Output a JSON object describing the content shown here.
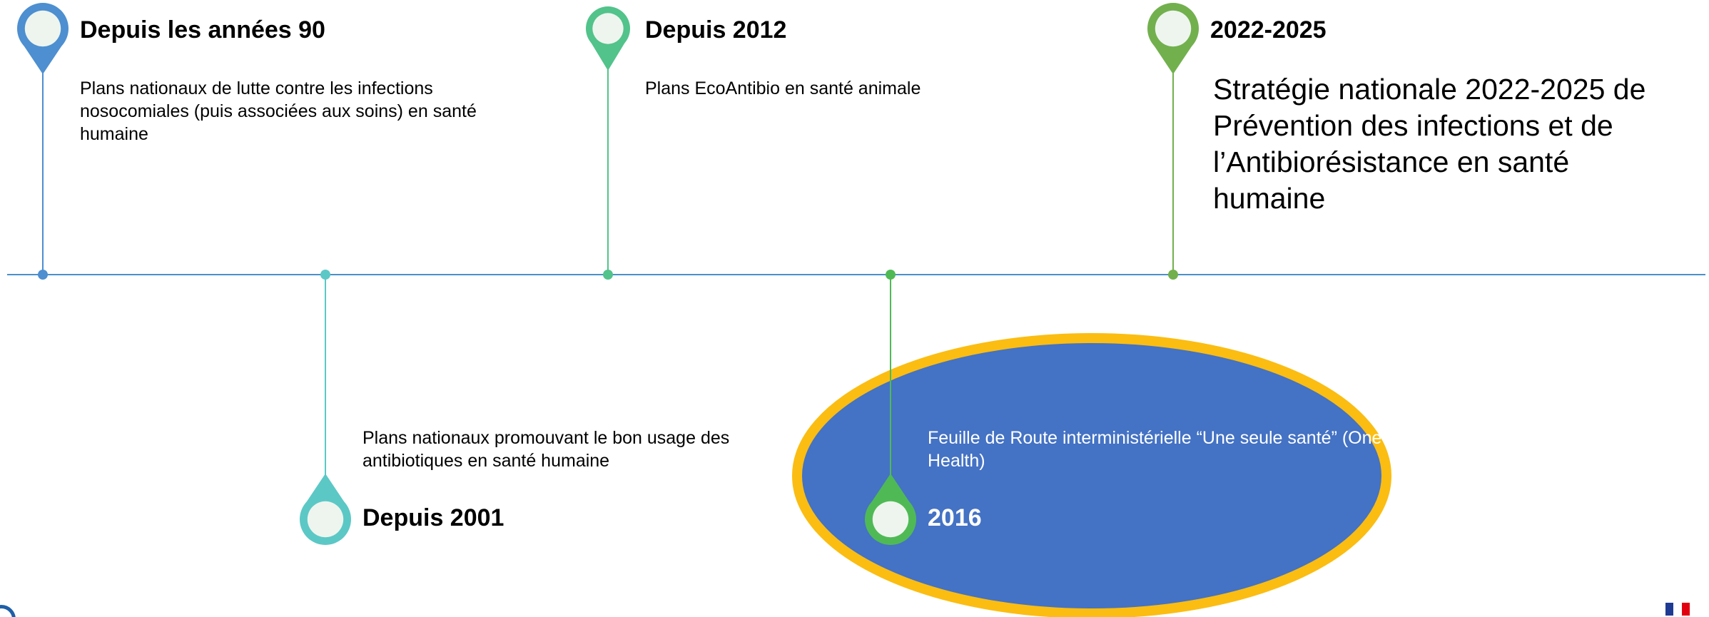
{
  "colors": {
    "axis": "#4a90c8",
    "blue": "#4d8fd0",
    "teal": "#5bc8c6",
    "mint": "#52c38a",
    "green": "#4fba55",
    "olive": "#72b04e",
    "pin_inner": "#eef5ee",
    "ellipse_fill": "#4472c4",
    "ellipse_border": "#fbbd11",
    "flag_blue": "#1f3a93",
    "flag_white": "#ffffff",
    "flag_red": "#e1000f"
  },
  "milestones": [
    {
      "id": "1990",
      "title": "Depuis les années 90",
      "description": "Plans nationaux de lutte contre les infections nosocomiales (puis associées aux soins) en santé humaine",
      "color": "#4d8fd0",
      "position": "above"
    },
    {
      "id": "2001",
      "title": "Depuis 2001",
      "description": "Plans nationaux promouvant le bon usage des antibiotiques en santé humaine",
      "color": "#5bc8c6",
      "position": "below"
    },
    {
      "id": "2012",
      "title": "Depuis 2012",
      "description": "Plans EcoAntibio en santé animale",
      "color": "#52c38a",
      "position": "above"
    },
    {
      "id": "2016",
      "title": "2016",
      "description": "Feuille de Route interministérielle “Une seule santé” (One Health)",
      "color": "#4fba55",
      "position": "below",
      "highlighted": true
    },
    {
      "id": "2022",
      "title": "2022-2025",
      "description": "Stratégie nationale 2022-2025 de Prévention des infections et de l’Antibiorésistance en santé humaine",
      "color": "#72b04e",
      "position": "above"
    }
  ],
  "icons": {
    "pin": "map-pin-icon",
    "flag": "french-flag-icon",
    "logo": "circle-logo-icon"
  }
}
